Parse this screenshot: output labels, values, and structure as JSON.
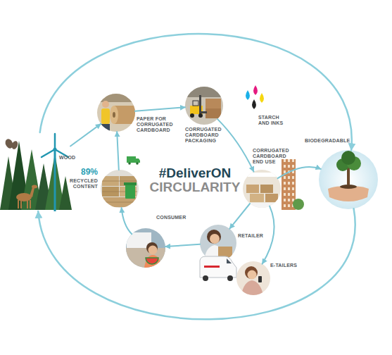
{
  "diagram": {
    "title": "#DeliverON CIRCULARITY",
    "nodes": [
      {
        "text": [
          "WOOD"
        ]
      },
      {
        "text": [
          "PAPER FOR CORRUGATED CARDBOARD"
        ]
      },
      {
        "text": [
          "CORRUGATED CARDBOARD PACKAGING"
        ]
      },
      {
        "text": [
          "CORRUGATED CARDBOARD END USE"
        ]
      },
      {
        "text": [
          "BIODEGRADABLE"
        ]
      },
      {
        "text": [
          "RETAILER"
        ]
      },
      {
        "text": [
          "E-TAILERS"
        ]
      },
      {
        "text": [
          "CONSUMER"
        ]
      },
      {
        "text": [
          "89%",
          "RECYCLED CONTENT"
        ]
      }
    ],
    "edges": [
      {
        "from": 0,
        "to": 1,
        "arrow": "to"
      },
      {
        "from": 1,
        "to": 2,
        "arrow": "to"
      },
      {
        "from": 2,
        "to": 3,
        "arrow": "to"
      },
      {
        "from": 3,
        "to": 4,
        "arrow": "to"
      },
      {
        "from": 3,
        "to": 5,
        "arrow": "to"
      },
      {
        "from": 3,
        "to": 6,
        "arrow": "to"
      },
      {
        "from": 5,
        "to": 7,
        "arrow": "to"
      },
      {
        "from": 7,
        "to": 8,
        "arrow": "to"
      },
      {
        "from": 8,
        "to": 1,
        "arrow": "to"
      },
      {
        "from": 0,
        "to": 4,
        "arrow": "to"
      },
      {
        "from": 4,
        "to": 0,
        "arrow": "to"
      }
    ],
    "labels": [
      "STARCH AND INKS"
    ]
  }
}
